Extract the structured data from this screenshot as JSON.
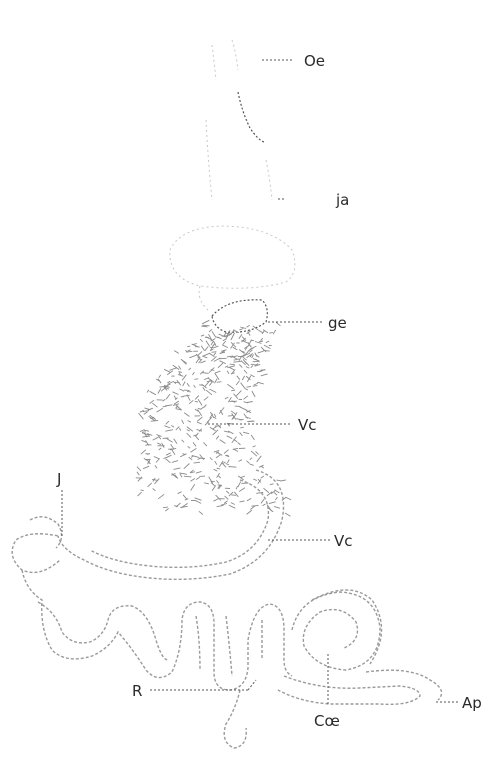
{
  "figure": {
    "labels": {
      "oe": "Oe",
      "ja": "ja",
      "ge": "ge",
      "vc1": "Vc",
      "vc2": "Vc",
      "j": "J",
      "r": "R",
      "coe": "Cœ",
      "ap": "Ap"
    }
  }
}
